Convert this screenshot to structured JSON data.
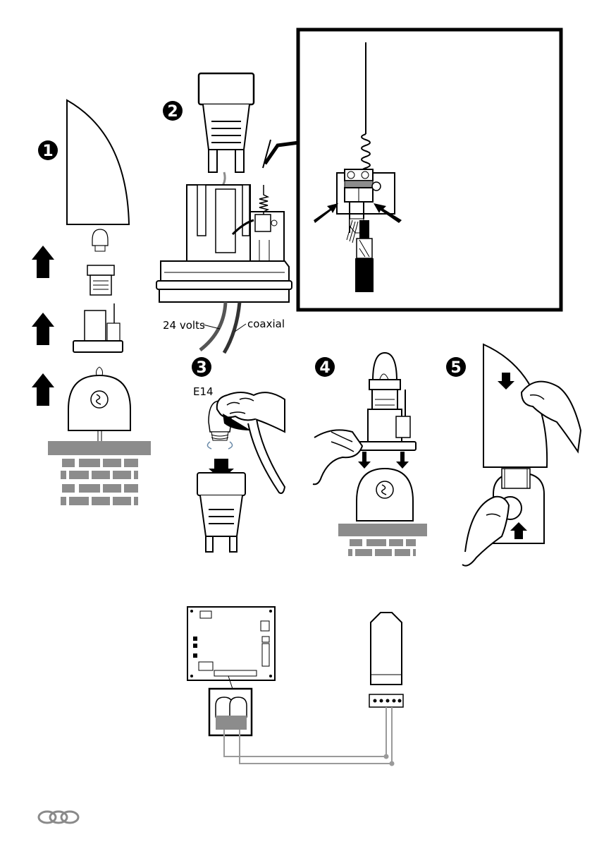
{
  "steps": {
    "one": "1",
    "two": "2",
    "three": "3",
    "four": "4",
    "five": "5"
  },
  "labels": {
    "voltage": "24 volts",
    "coaxial": "coaxial",
    "bulb_type": "E14"
  },
  "colors": {
    "ink": "#000000",
    "brick": "#8c8c8c",
    "wire_gray": "#9a9a9a",
    "footer_logo": "#8a8a8a"
  },
  "icons": {
    "footer": "chain-link-logo-icon"
  }
}
